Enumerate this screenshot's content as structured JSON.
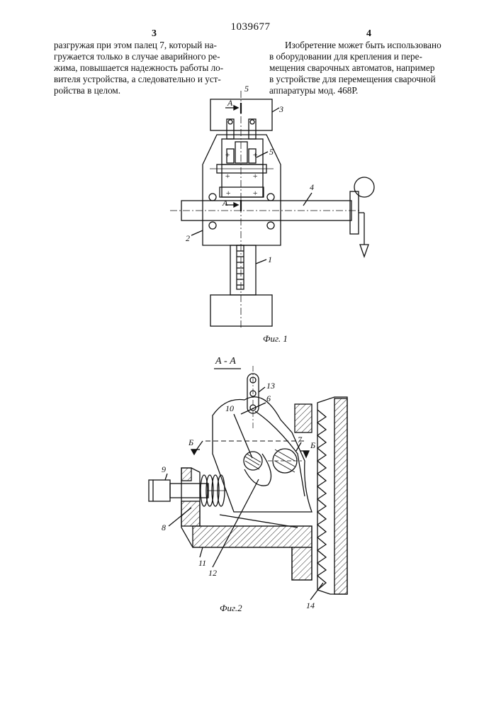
{
  "header": {
    "page_left": "3",
    "patent_number": "1039677",
    "page_right": "4"
  },
  "columns": {
    "left_lines": [
      "разгружая при этом палец 7, который на-",
      "гружается только в случае аварийного ре-",
      "жима, повышается надежность работы ло-",
      "вителя устройства, а следовательно и уст-",
      "ройства в целом."
    ],
    "line_number": "5",
    "right_lines": [
      "Изобретение может быть использовано",
      "в оборудовании для крепления и пере-",
      "мещения сварочных автоматов, например",
      "в устройстве для перемещения сварочной",
      "аппаратуры мод. 468Р."
    ]
  },
  "figure1": {
    "caption": "Фиг. 1",
    "section_mark": "А",
    "labels": {
      "l1": "1",
      "l2": "2",
      "l3": "3",
      "l4": "4",
      "l5": "5"
    }
  },
  "figure2": {
    "caption": "Фиг.2",
    "section_title": "А - А",
    "section_mark_b": "Б",
    "labels": {
      "l6": "6",
      "l7": "7",
      "l8": "8",
      "l9": "9",
      "l10": "10",
      "l11": "11",
      "l12": "12",
      "l13": "13",
      "l14": "14"
    }
  }
}
